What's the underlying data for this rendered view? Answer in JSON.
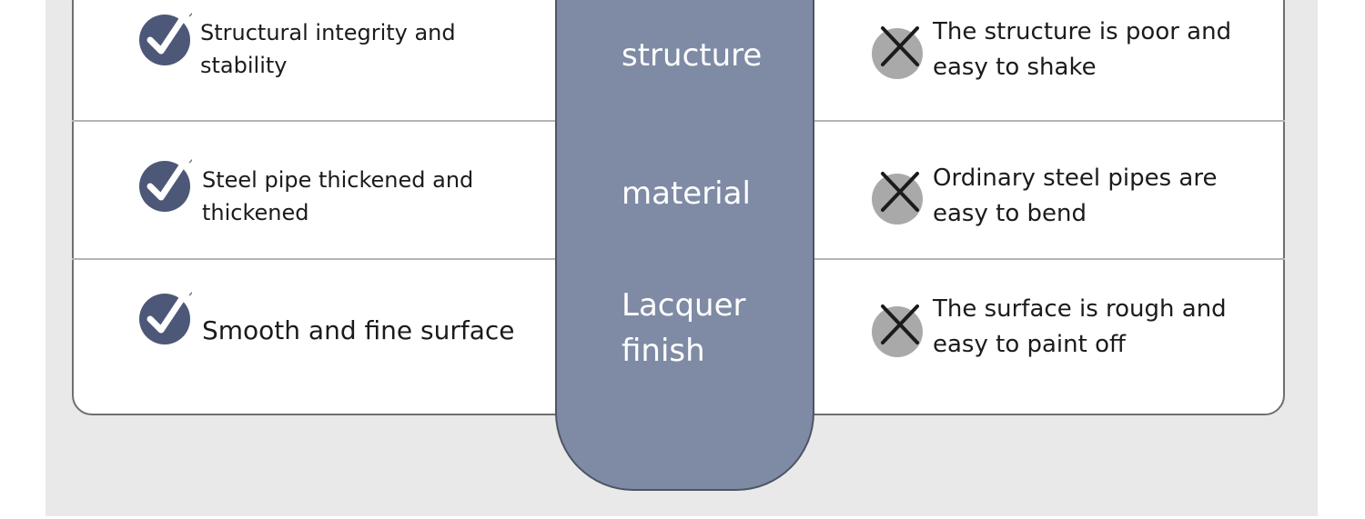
{
  "rows": [
    {
      "pro_lines": [
        "Structural integrity and",
        "stability"
      ],
      "category": "structure",
      "con_lines": [
        "The structure is poor and",
        "easy to shake"
      ]
    },
    {
      "pro_lines": [
        "Steel pipe thickened and",
        "thickened"
      ],
      "category": "material",
      "con_lines": [
        "Ordinary steel pipes are",
        "easy to bend"
      ]
    },
    {
      "pro_lines": [
        "Smooth and fine surface"
      ],
      "category": "Lacquer\nfinish",
      "con_lines": [
        "The surface is rough and",
        "easy to paint off"
      ]
    }
  ],
  "icons": {
    "pro": "check-icon",
    "con": "cross-icon"
  },
  "colors": {
    "center_column": "#7f8ba4",
    "check_badge": "#4d5878",
    "cross_badge": "#a9a9a9",
    "backdrop": "#e9e9e9"
  }
}
